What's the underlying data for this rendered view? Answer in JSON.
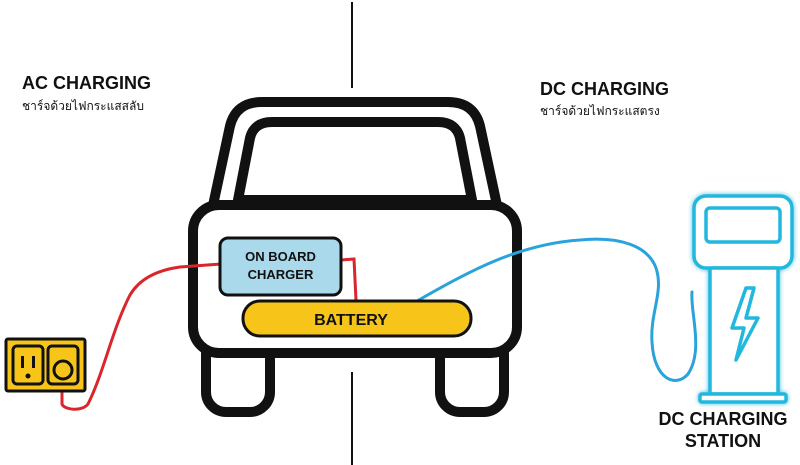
{
  "ac_section": {
    "title": "AC CHARGING",
    "subtitle": "ชาร์จด้วยไฟกระแสสลับ"
  },
  "dc_section": {
    "title": "DC CHARGING",
    "subtitle": "ชาร์จด้วยไฟกระแสตรง"
  },
  "components": {
    "on_board_charger": {
      "line1": "ON BOARD",
      "line2": "CHARGER"
    },
    "battery": "BATTERY",
    "dc_station": {
      "line1": "DC CHARGING",
      "line2": "STATION"
    }
  },
  "colors": {
    "ac_cable": "#d8262c",
    "dc_cable": "#2aa3dc",
    "charger_fill": "#a9d9ea",
    "battery_fill": "#f7c51a",
    "outlet_fill": "#f7c51a",
    "station_glow": "#21b7dd",
    "car_outline": "#111111",
    "divider": "#111111"
  },
  "icons": {
    "outlet": "wall-outlet-icon",
    "station_bolt": "lightning-bolt-icon"
  }
}
